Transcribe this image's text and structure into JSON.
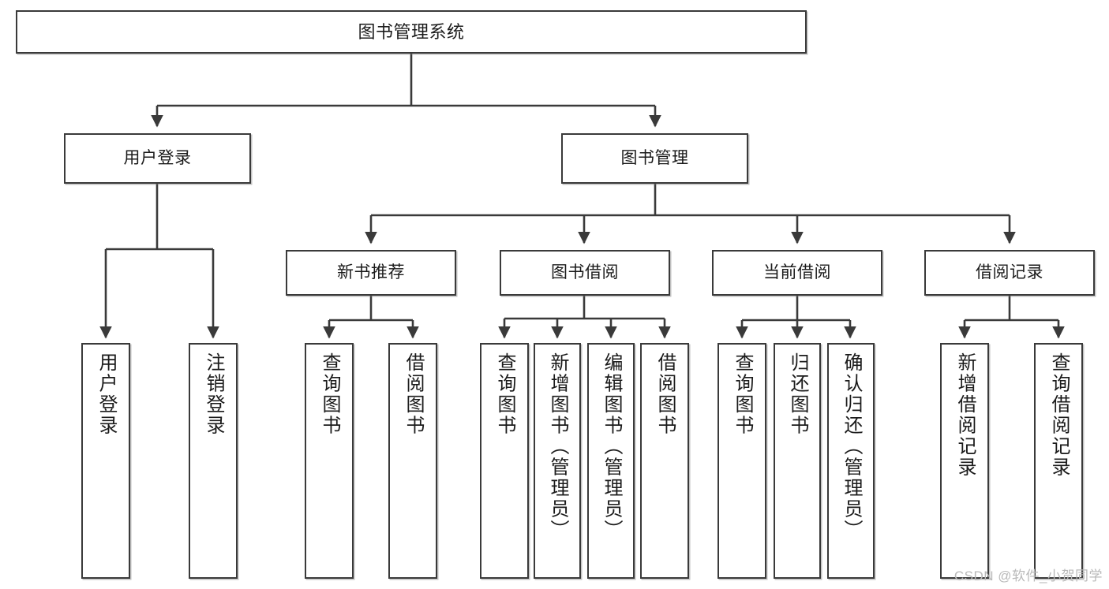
{
  "diagram": {
    "title": "图书管理系统",
    "type": "tree",
    "root": {
      "label": "图书管理系统"
    },
    "level2": [
      {
        "label": "用户登录"
      },
      {
        "label": "图书管理"
      }
    ],
    "level3": [
      {
        "label": "新书推荐"
      },
      {
        "label": "图书借阅"
      },
      {
        "label": "当前借阅"
      },
      {
        "label": "借阅记录"
      }
    ],
    "leaves": {
      "user_login": [
        {
          "label": "用户登录"
        },
        {
          "label": "注销登录"
        }
      ],
      "new_book_recommend": [
        {
          "label": "查询图书"
        },
        {
          "label": "借阅图书"
        }
      ],
      "book_borrow": [
        {
          "label": "查询图书"
        },
        {
          "label": "新增图书（管理员）"
        },
        {
          "label": "编辑图书（管理员）"
        },
        {
          "label": "借阅图书"
        }
      ],
      "current_borrow": [
        {
          "label": "查询图书"
        },
        {
          "label": "归还图书"
        },
        {
          "label": "确认归还（管理员）"
        }
      ],
      "borrow_record": [
        {
          "label": "新增借阅记录"
        },
        {
          "label": "查询借阅记录"
        }
      ]
    }
  },
  "watermark": {
    "text": "CSDN @软件_小贺同学"
  },
  "colors": {
    "stroke": "#3a3a3a",
    "background": "#ffffff",
    "text": "#1b1b1b",
    "watermark": "#b9b9b9"
  }
}
